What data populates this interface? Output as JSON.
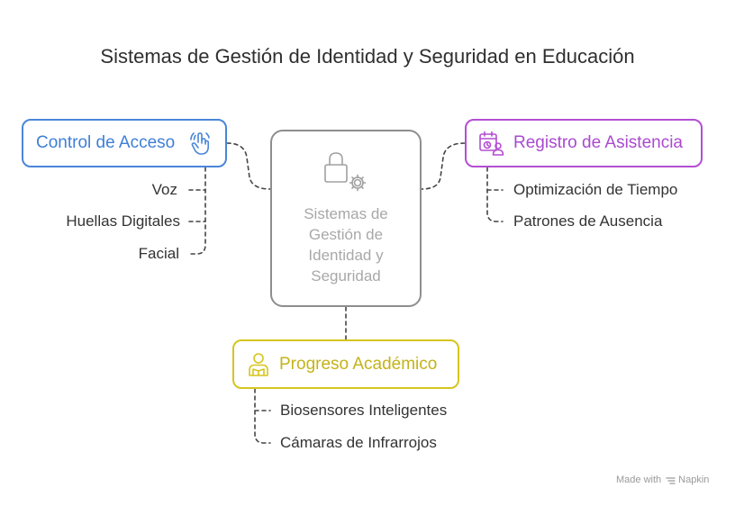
{
  "title": "Sistemas de Gestión de Identidad y Seguridad en Educación",
  "center": {
    "label": "Sistemas de Gestión de Identidad y Seguridad",
    "icon": "lock-gear-icon"
  },
  "nodes": {
    "access": {
      "label": "Control de Acceso",
      "icon": "hand-touch-icon",
      "color": "#4a86d8",
      "items": [
        "Voz",
        "Huellas Digitales",
        "Facial"
      ]
    },
    "attendance": {
      "label": "Registro de Asistencia",
      "icon": "calendar-user-icon",
      "color": "#b44ed2",
      "items": [
        "Optimización de Tiempo",
        "Patrones de Ausencia"
      ]
    },
    "progress": {
      "label": "Progreso Académico",
      "icon": "student-reading-icon",
      "color": "#d6c51e",
      "items": [
        "Biosensores Inteligentes",
        "Cámaras de Infrarrojos"
      ]
    }
  },
  "footer": {
    "made_with": "Made with",
    "brand": "Napkin"
  }
}
